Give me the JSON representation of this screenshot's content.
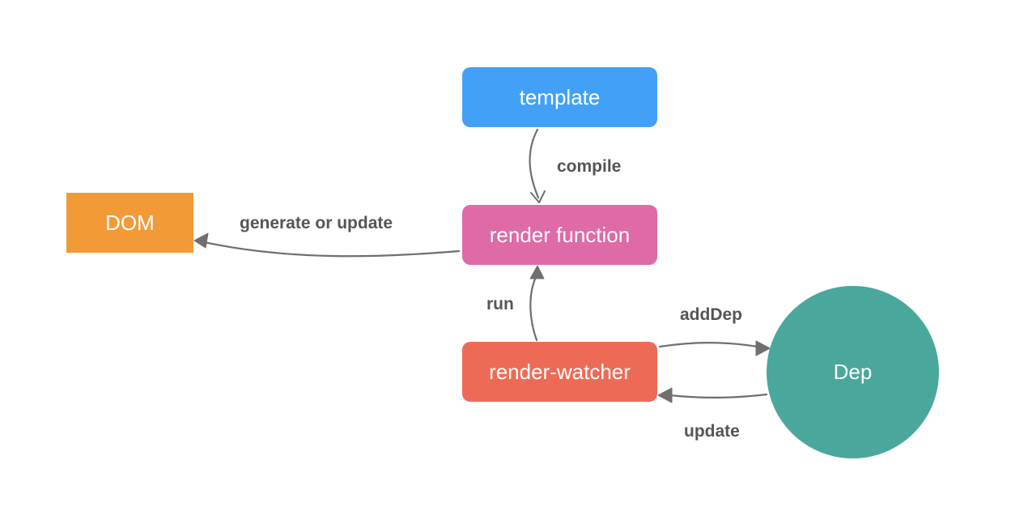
{
  "nodes": {
    "template": "template",
    "render_function": "render function",
    "render_watcher": "render-watcher",
    "dom": "DOM",
    "dep": "Dep"
  },
  "edges": [
    {
      "from": "template",
      "to": "render function",
      "label": "compile"
    },
    {
      "from": "render function",
      "to": "DOM",
      "label": "generate or update"
    },
    {
      "from": "render-watcher",
      "to": "render function",
      "label": "run"
    },
    {
      "from": "render-watcher",
      "to": "Dep",
      "label": "addDep"
    },
    {
      "from": "Dep",
      "to": "render-watcher",
      "label": "update"
    }
  ],
  "colors": {
    "template": "#42a1f7",
    "render_function": "#df6aa8",
    "render_watcher": "#ed6b56",
    "dom": "#f19a37",
    "dep": "#4aa79c",
    "edge": "#6f6f6f",
    "label_text": "#555555"
  }
}
